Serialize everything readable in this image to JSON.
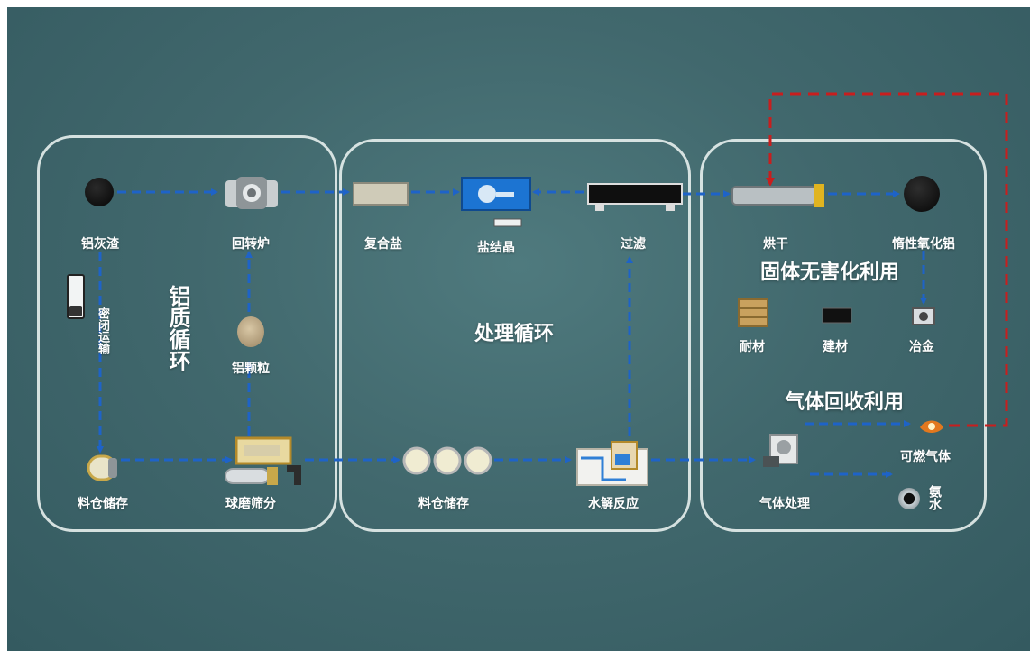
{
  "panels": {
    "aluminum_cycle": {
      "title": "铝质循环",
      "transport_note": "密闭运输",
      "nodes": {
        "ash": "铝灰渣",
        "kiln": "回转炉",
        "granules": "铝颗粒",
        "silo": "料仓储存",
        "ball_mill": "球磨筛分"
      }
    },
    "treatment_cycle": {
      "title": "处理循环",
      "nodes": {
        "compound_salt": "复合盐",
        "salt_crystal": "盐结晶",
        "filter": "过滤",
        "silos": "料仓储存",
        "hydrolysis": "水解反应"
      }
    },
    "utilization": {
      "solid_title": "固体无害化利用",
      "gas_title": "气体回收利用",
      "nodes": {
        "dryer": "烘干",
        "inert_alumina": "惰性氧化铝",
        "refractory": "耐材",
        "building": "建材",
        "metallurgy": "冶金",
        "gas_treatment": "气体处理",
        "combustible_gas": "可燃气体",
        "ammonia": "氨水"
      }
    }
  },
  "colors": {
    "flow_blue": "#1e63c8",
    "loop_red": "#c81e1e",
    "panel_border": "#ebf2f0"
  }
}
